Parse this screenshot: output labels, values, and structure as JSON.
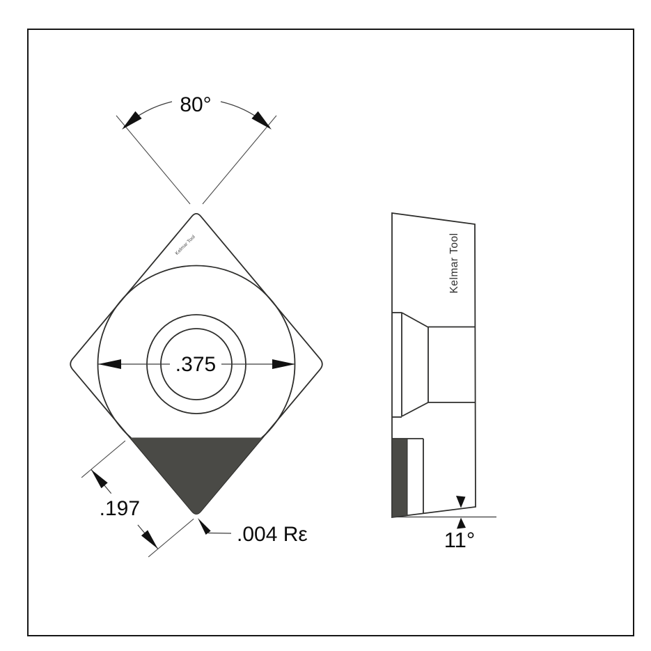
{
  "labels": {
    "top_angle": "80°",
    "hole_diameter": ".375",
    "tip_edge_length": ".197",
    "corner_radius": ".004 Rε",
    "clearance_angle": "11°"
  },
  "watermark": "Kelmar Tool",
  "colors": {
    "body": "#c9c9c5",
    "tip": "#4a4a46",
    "hole": "#ffffff",
    "outline": "#2e2e2c",
    "dimension": "#3c3c3c",
    "watermark": "#dadad6"
  }
}
